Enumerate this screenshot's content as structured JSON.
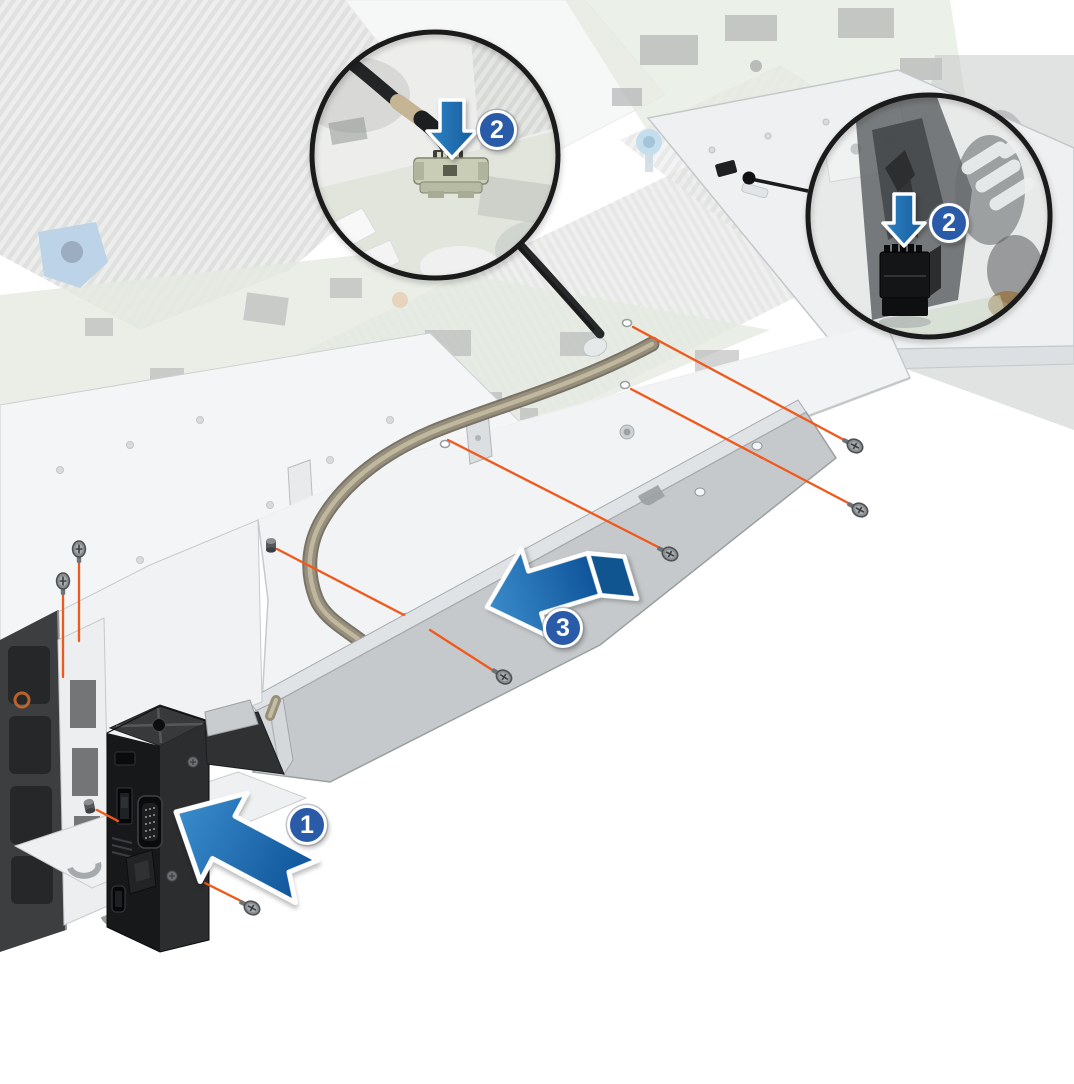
{
  "figure": {
    "kind": "server-hardware-install-diagram",
    "background": "#ffffff"
  },
  "badges": [
    {
      "id": "step-1",
      "label": "1"
    },
    {
      "id": "step-2-left",
      "label": "2"
    },
    {
      "id": "step-2-right",
      "label": "2"
    },
    {
      "id": "step-3",
      "label": "3"
    }
  ],
  "steps": [
    {
      "label": "1"
    },
    {
      "label": "2"
    },
    {
      "label": "3"
    }
  ],
  "icons": {
    "left_callout_arrow": "down-arrow-icon",
    "right_callout_arrow": "down-arrow-icon",
    "step1_arrow": "arrow-left-icon",
    "step3_arrow": "arrow-left-fold-icon"
  },
  "counts": {
    "callout_circles": 2,
    "floating_screws": 7,
    "orange_leader_lines": 9
  },
  "colors": {
    "badge_fill": "#2a5ba9",
    "badge_text": "#ffffff",
    "arrow_blue": "#2f85c6",
    "arrow_blue_dark": "#11568f",
    "screw_leader_orange": "#f1581b",
    "callout_ring_black": "#1b1b1b",
    "chassis_light_gray": "#f1f3f4",
    "chassis_edge_gray": "#c6cacc",
    "bracket_gray": "#c6c9cb",
    "cable_braid_tan": "#978f7b",
    "module_black": "#17181a",
    "connector_sage": "#c9cdb6",
    "pcb_green_faded": "#cbd6c3"
  }
}
